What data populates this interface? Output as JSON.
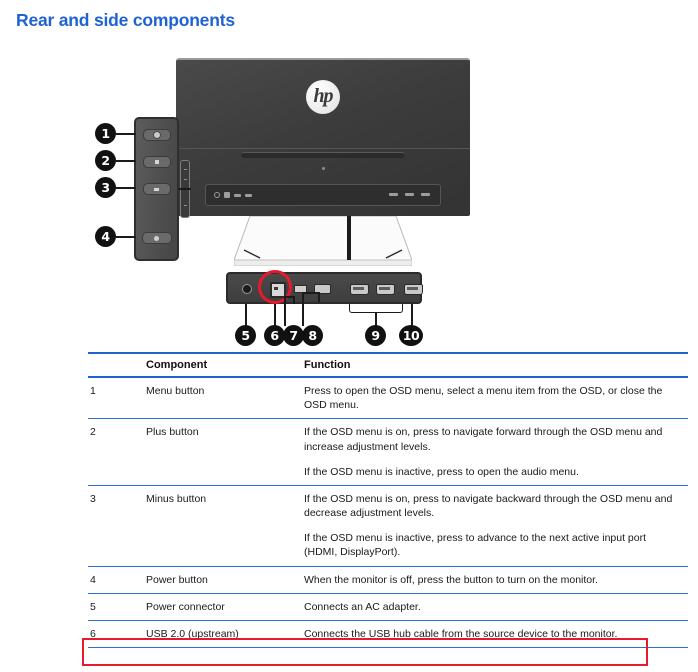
{
  "page": {
    "heading": "Rear and side components",
    "heading_color": "#1f63d3",
    "accent_color": "#1f63d3",
    "highlight_color": "#e8192c"
  },
  "illustration": {
    "brand_logo_text": "hp",
    "callouts": [
      {
        "number": "1",
        "target": "menu-button"
      },
      {
        "number": "2",
        "target": "plus-button"
      },
      {
        "number": "3",
        "target": "minus-button"
      },
      {
        "number": "4",
        "target": "power-button"
      },
      {
        "number": "5",
        "target": "power-connector"
      },
      {
        "number": "6",
        "target": "usb-upstream-port"
      },
      {
        "number": "7",
        "target": "usb-downstream-port"
      },
      {
        "number": "8",
        "target": "audio-out-jack"
      },
      {
        "number": "9",
        "target": "hdmi-ports"
      },
      {
        "number": "10",
        "target": "displayport"
      }
    ],
    "highlights": {
      "usb_port_ring": "usb-2-upstream-port-circled-red",
      "usb_row_box": "usb-2-upstream-row-boxed-red"
    }
  },
  "table": {
    "headers": {
      "number": "",
      "component": "Component",
      "function": "Function"
    },
    "rows": [
      {
        "number": "1",
        "component": "Menu button",
        "functions": [
          "Press to open the OSD menu, select a menu item from the OSD, or close the OSD menu."
        ]
      },
      {
        "number": "2",
        "component": "Plus button",
        "functions": [
          "If the OSD menu is on, press to navigate forward through the OSD menu and increase adjustment levels.",
          "If the OSD menu is inactive, press to open the audio menu."
        ]
      },
      {
        "number": "3",
        "component": "Minus button",
        "functions": [
          "If the OSD menu is on, press to navigate backward through the OSD menu and decrease adjustment levels.",
          "If the OSD menu is inactive, press to advance to the next active input port (HDMI, DisplayPort)."
        ]
      },
      {
        "number": "4",
        "component": "Power button",
        "functions": [
          "When the monitor is off, press the button to turn on the monitor."
        ]
      },
      {
        "number": "5",
        "component": "Power connector",
        "functions": [
          "Connects an AC adapter."
        ]
      },
      {
        "number": "6",
        "component": "USB 2.0 (upstream)",
        "functions": [
          "Connects the USB hub cable from the source device to the monitor."
        ]
      }
    ]
  }
}
